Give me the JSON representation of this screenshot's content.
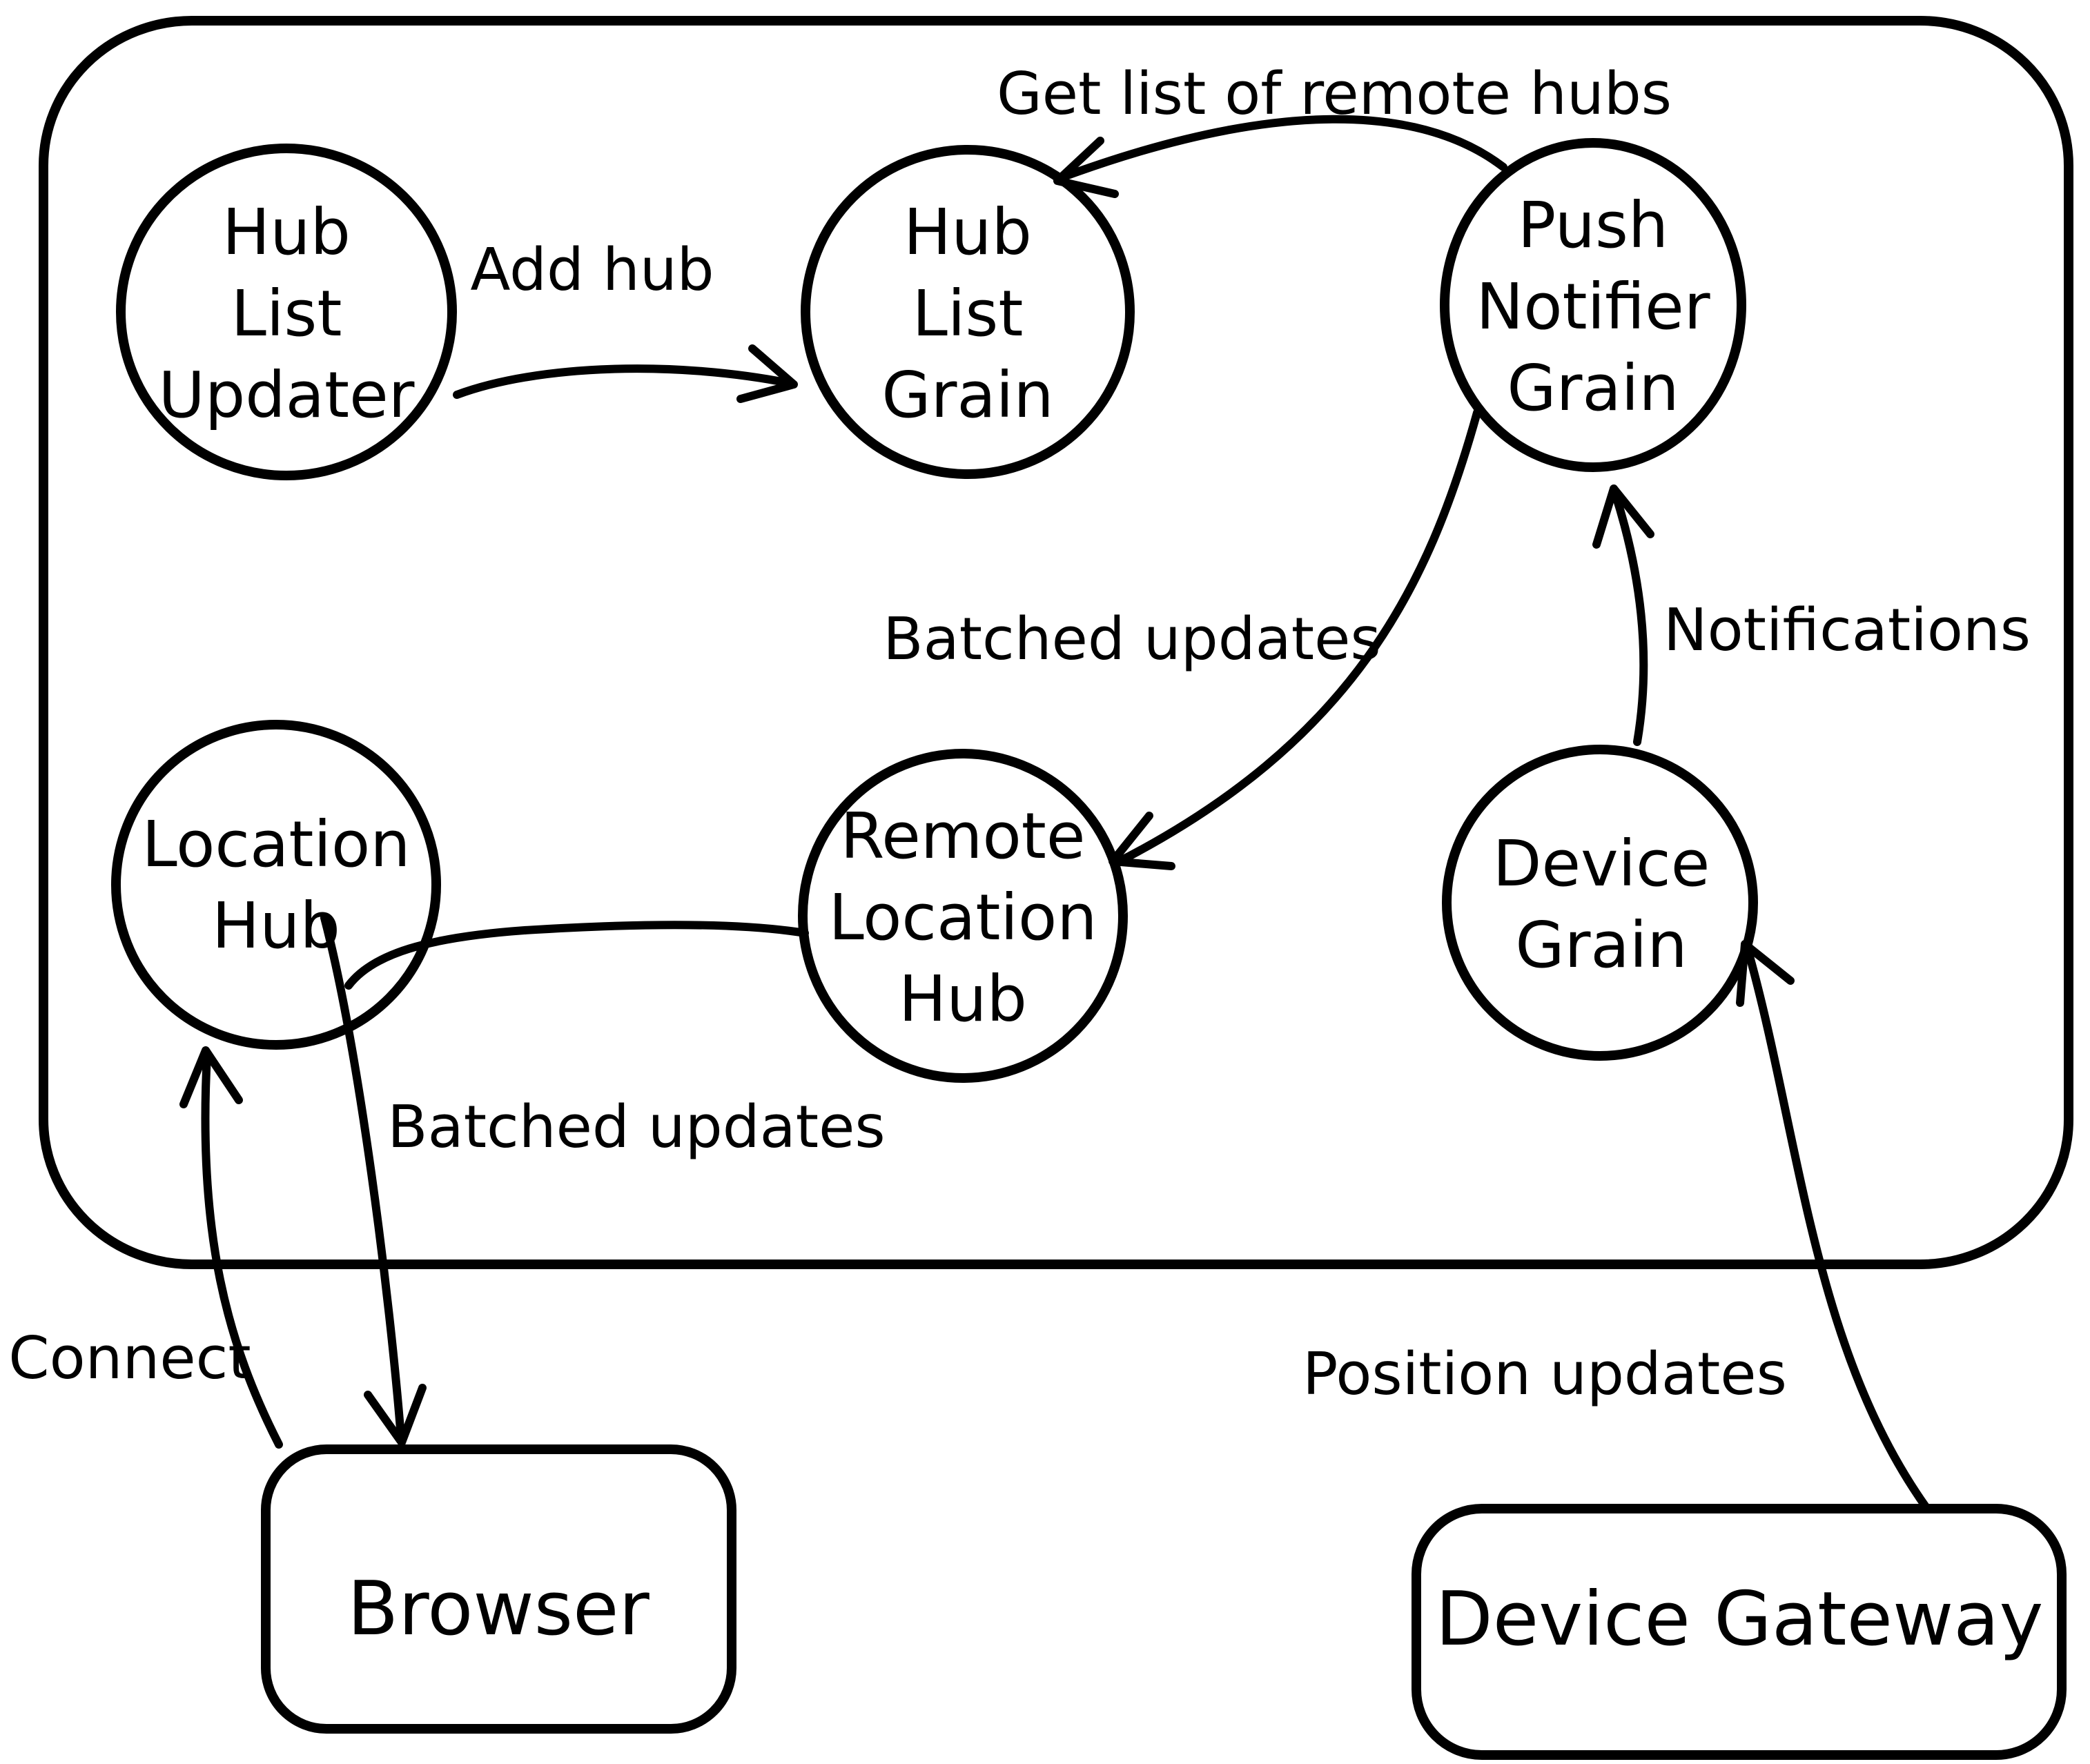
{
  "diagram": {
    "colors": {
      "stroke": "#000000",
      "background": "#ffffff"
    },
    "nodes": {
      "hub_list_updater": {
        "lines": [
          "Hub",
          "List",
          "Updater"
        ]
      },
      "hub_list_grain": {
        "lines": [
          "Hub",
          "List",
          "Grain"
        ]
      },
      "push_notifier_grain": {
        "lines": [
          "Push",
          "Notifier",
          "Grain"
        ]
      },
      "location_hub": {
        "lines": [
          "Location",
          "Hub"
        ]
      },
      "remote_location_hub": {
        "lines": [
          "Remote",
          "Location",
          "Hub"
        ]
      },
      "device_grain": {
        "lines": [
          "Device",
          "Grain"
        ]
      },
      "browser": {
        "label": "Browser"
      },
      "device_gateway": {
        "label": "Device Gateway"
      }
    },
    "edge_labels": {
      "add_hub": "Add hub",
      "get_remote_hubs": "Get list of remote hubs",
      "batched_updates_remote": "Batched updates",
      "notifications": "Notifications",
      "batched_updates_browser": "Batched updates",
      "connect": "Connect",
      "position_updates": "Position updates"
    }
  }
}
